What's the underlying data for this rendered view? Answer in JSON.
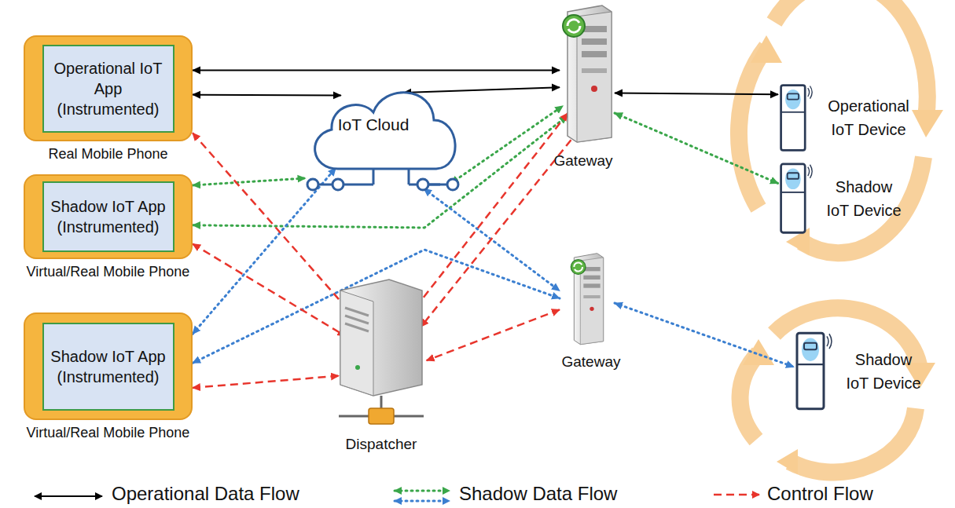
{
  "diagram": {
    "nodes": [
      {
        "text": [
          "Operational IoT App (Instrumented)",
          "Real Mobile Phone"
        ]
      },
      {
        "text": [
          "IoT Cloud"
        ]
      },
      {
        "text": [
          "Gateway"
        ]
      },
      {
        "text": [
          "Operational IoT Device"
        ]
      },
      {
        "text": [
          "Shadow IoT App (Instrumented)",
          "Virtual/Real Mobile Phone"
        ]
      },
      {
        "text": [
          "Shadow IoT Device"
        ]
      },
      {
        "text": [
          "Shadow IoT App (Instrumented)",
          "Virtual/Real Mobile Phone"
        ]
      },
      {
        "text": [
          "Dispatcher"
        ]
      },
      {
        "text": [
          "Gateway"
        ]
      },
      {
        "text": [
          "Shadow IoT Device"
        ]
      }
    ],
    "edges": [
      {
        "from": 0,
        "to": 2,
        "arrow": "both"
      },
      {
        "from": 0,
        "to": 1,
        "arrow": "both"
      },
      {
        "from": 1,
        "to": 2,
        "arrow": "both"
      },
      {
        "from": 2,
        "to": 3,
        "arrow": "both"
      },
      {
        "from": 4,
        "to": 1,
        "arrow": "both"
      },
      {
        "from": 4,
        "to": 2,
        "arrow": "both"
      },
      {
        "from": 1,
        "to": 2,
        "arrow": "both"
      },
      {
        "from": 2,
        "to": 5,
        "arrow": "both"
      },
      {
        "from": 6,
        "to": 1,
        "arrow": "both"
      },
      {
        "from": 6,
        "to": 8,
        "arrow": "both"
      },
      {
        "from": 1,
        "to": 8,
        "arrow": "both"
      },
      {
        "from": 8,
        "to": 9,
        "arrow": "both"
      },
      {
        "from": 0,
        "to": 7,
        "arrow": "both"
      },
      {
        "from": 4,
        "to": 7,
        "arrow": "both"
      },
      {
        "from": 6,
        "to": 7,
        "arrow": "both"
      },
      {
        "from": 2,
        "to": 7,
        "arrow": "both"
      },
      {
        "from": 2,
        "to": 7,
        "arrow": "both"
      },
      {
        "from": 8,
        "to": 7,
        "arrow": "both"
      }
    ],
    "legend": [
      {
        "text": "Operational Data Flow"
      },
      {
        "text": "Shadow Data Flow"
      },
      {
        "text": "Control Flow"
      }
    ]
  }
}
